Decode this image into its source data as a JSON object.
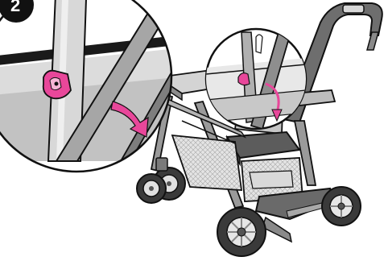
{
  "step": {
    "number": "2"
  },
  "colors": {
    "background": "#ffffff",
    "outline": "#111111",
    "frame_gray": "#9a9a9a",
    "fabric_gray": "#c9c9c9",
    "dark_fabric": "#7a7a7a",
    "accent_pink": "#e8479a",
    "light_pink": "#f6b6d6",
    "step_badge": "#111111"
  },
  "icons": {
    "step_badge": "step-number-badge",
    "callout_left": "detail-callout-circle",
    "callout_right": "detail-callout-circle",
    "arrow": "curved-arrow-icon"
  }
}
